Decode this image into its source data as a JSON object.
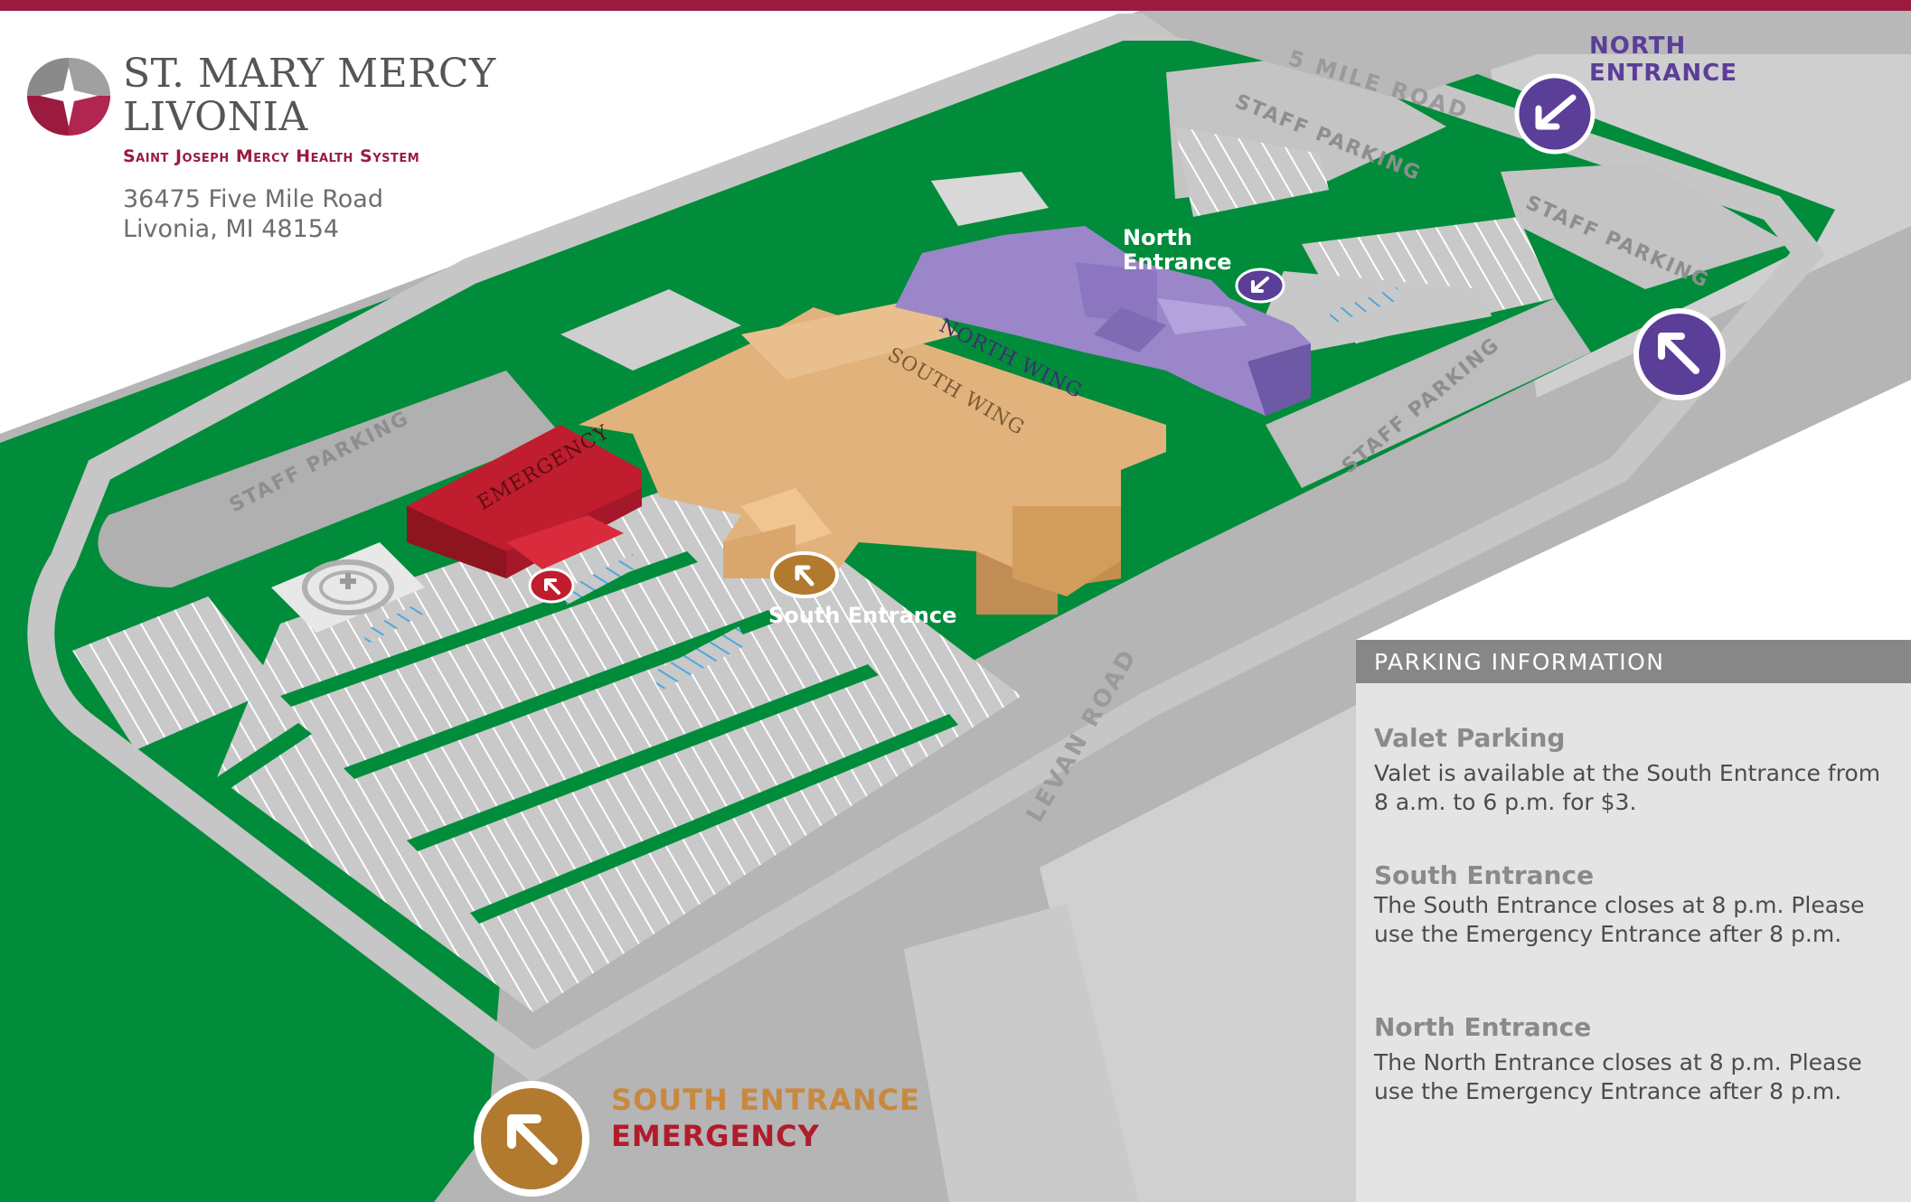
{
  "header": {
    "title_line1": "ST. MARY MERCY",
    "title_line2": "LIVONIA",
    "subtitle": "Saint Joseph Mercy Health System",
    "address_line1": "36475 Five Mile Road",
    "address_line2": "Livonia, MI 48154"
  },
  "map": {
    "roads": {
      "five_mile": "5 MILE ROAD",
      "levan": "LEVAN ROAD"
    },
    "staff_parking": [
      "STAFF PARKING",
      "STAFF PARKING",
      "STAFF PARKING",
      "STAFF PARKING"
    ],
    "buildings": {
      "emergency": "EMERGENCY",
      "south_wing": "SOUTH WING",
      "north_wing": "NORTH WING"
    },
    "entrance_labels": {
      "north_top_line1": "NORTH",
      "north_top_line2": "ENTRANCE",
      "north_small_line1": "North",
      "north_small_line2": "Entrance",
      "south_small": "South Entrance",
      "south_bottom": "SOUTH ENTRANCE",
      "emergency_bottom": "EMERGENCY"
    },
    "icons": [
      "helipad-icon",
      "arrow-up-left-icon",
      "arrow-down-left-icon"
    ],
    "colors": {
      "grass": "#008c3a",
      "road": "#c8c8c8",
      "emergency": "#c01d2e",
      "south_wing": "#e2b27c",
      "north_wing": "#9a86c9",
      "accessible_stripes": "#4da7e0",
      "brand": "#9b1b3f",
      "north_marker": "#5b3e98",
      "south_marker": "#b27a2e"
    }
  },
  "parking_info": {
    "heading": "PARKING INFORMATION",
    "sections": [
      {
        "title": "Valet Parking",
        "text": "Valet is available at the South Entrance from 8 a.m. to 6 p.m. for $3."
      },
      {
        "title": "South Entrance",
        "text": "The South Entrance closes at 8 p.m. Please use the Emergency Entrance after 8 p.m."
      },
      {
        "title": "North Entrance",
        "text": "The North Entrance closes at 8 p.m. Please use the Emergency Entrance after 8 p.m."
      }
    ]
  }
}
